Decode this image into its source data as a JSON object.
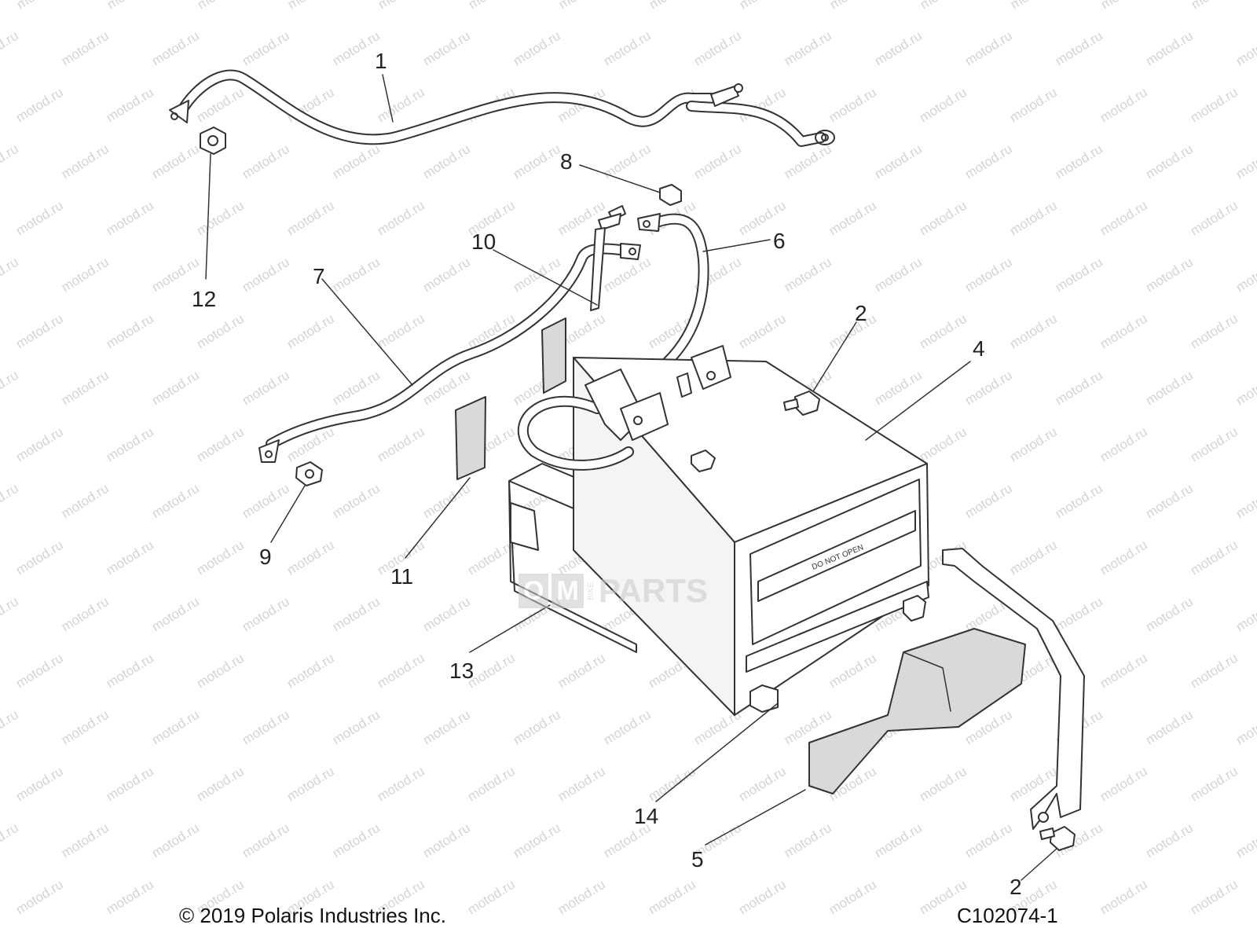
{
  "watermark": "motod.ru",
  "logo": {
    "box1": "O",
    "box2": "M",
    "small": "BIKE",
    "text": "PARTS"
  },
  "callouts": {
    "c1": "1",
    "c2a": "2",
    "c2b": "2",
    "c4": "4",
    "c5": "5",
    "c6": "6",
    "c7": "7",
    "c8": "8",
    "c9": "9",
    "c10": "10",
    "c11": "11",
    "c12": "12",
    "c13": "13",
    "c14": "14"
  },
  "battery_label": "DO NOT OPEN",
  "footer": {
    "copyright": "© 2019 Polaris Industries Inc.",
    "diagram_id": "C102074-1"
  },
  "colors": {
    "line": "#333333",
    "fill": "#ffffff",
    "shade": "#d9d9d9",
    "watermark": "#d4d4d4"
  }
}
